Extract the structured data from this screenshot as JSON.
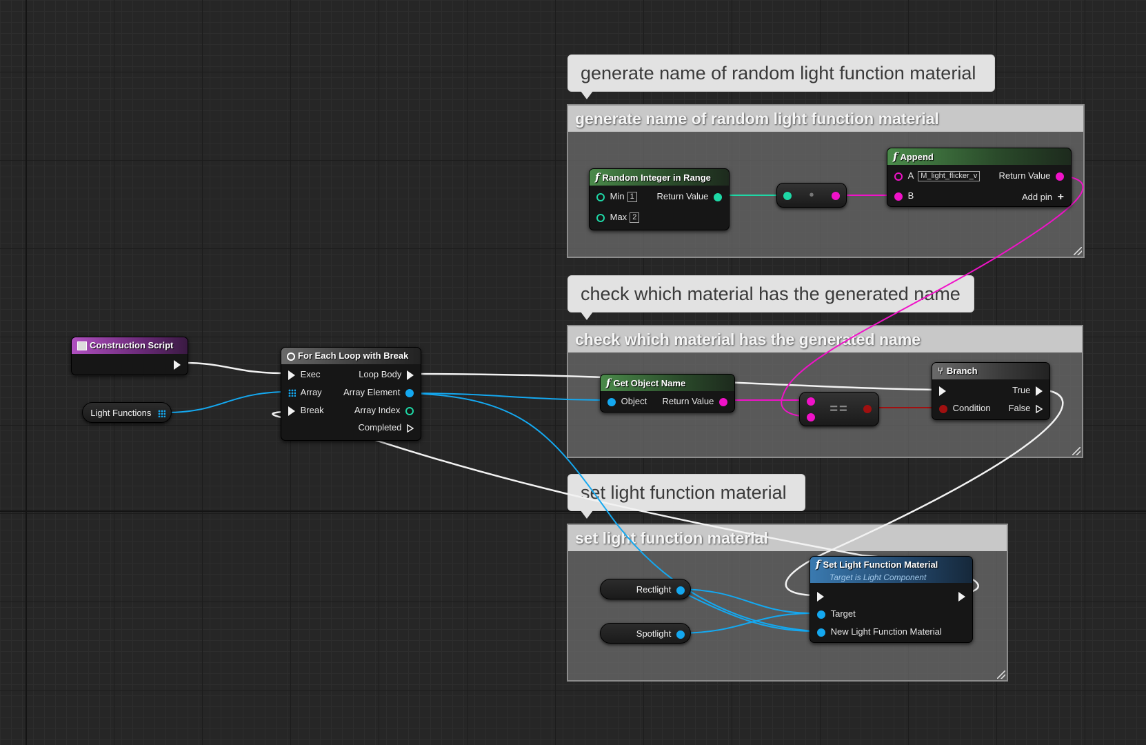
{
  "canvas": {
    "background": "#262626"
  },
  "colors": {
    "exec_wire": "#f2f2f2",
    "int_pin": "#1ed8a6",
    "string_pin": "#f012c8",
    "object_pin": "#14a8f0",
    "bool_pin": "#a01010"
  },
  "comments": {
    "generate": {
      "bubble": "generate name of random light function material",
      "title": "generate name of random light function material"
    },
    "check": {
      "bubble": "check which material has the generated name",
      "title": "check which material has the generated name"
    },
    "set": {
      "bubble": "set light function material",
      "title": "set light function material"
    }
  },
  "nodes": {
    "construction_script": {
      "title": "Construction Script",
      "icon": "event-icon"
    },
    "light_functions": {
      "label": "Light Functions",
      "icon": "array-icon"
    },
    "for_each": {
      "title": "For Each Loop with Break",
      "icon": "loop-icon",
      "pins": {
        "exec": "Exec",
        "array": "Array",
        "break": "Break",
        "loop_body": "Loop Body",
        "array_element": "Array Element",
        "array_index": "Array Index",
        "completed": "Completed"
      }
    },
    "random_int": {
      "title": "Random Integer in Range",
      "min_label": "Min",
      "min_value": "1",
      "max_label": "Max",
      "max_value": "2",
      "return_value": "Return Value"
    },
    "conversion": {
      "glyph": "•"
    },
    "append": {
      "title": "Append",
      "a_label": "A",
      "a_value": "M_light_flicker_v",
      "b_label": "B",
      "return_value": "Return Value",
      "add_pin": "Add pin"
    },
    "get_object_name": {
      "title": "Get Object Name",
      "object": "Object",
      "return_value": "Return Value"
    },
    "equals": {
      "glyph": "=="
    },
    "branch": {
      "title": "Branch",
      "icon": "branch-icon",
      "condition": "Condition",
      "true_label": "True",
      "false_label": "False"
    },
    "rectlight": {
      "label": "Rectlight"
    },
    "spotlight": {
      "label": "Spotlight"
    },
    "set_light_fn": {
      "title": "Set Light Function Material",
      "subtitle": "Target is Light Component",
      "target": "Target",
      "new_material": "New Light Function Material"
    }
  }
}
